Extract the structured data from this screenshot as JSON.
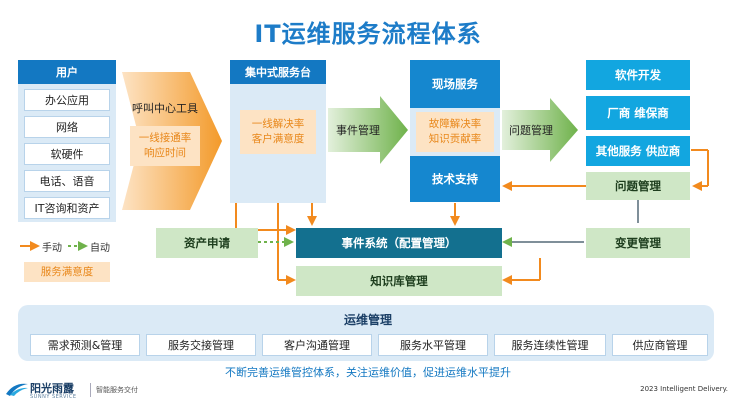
{
  "title": "IT运维服务流程体系",
  "users": {
    "header": "用户",
    "items": [
      "办公应用",
      "网络",
      "软硬件",
      "电话、语音",
      "IT咨询和资产"
    ]
  },
  "legend": {
    "manual": "手动",
    "auto": "自动",
    "satisfaction": "服务满意度"
  },
  "callcenter": {
    "label": "呼叫中心工具",
    "metric_line1": "一线接通率",
    "metric_line2": "响应时间"
  },
  "servicedesk": {
    "header": "集中式服务台",
    "metric_line1": "一线解决率",
    "metric_line2": "客户满意度"
  },
  "incident_mgmt": "事件管理",
  "onsite": {
    "header": "现场服务",
    "metric_line1": "故障解决率",
    "metric_line2": "知识贡献率",
    "footer": "技术支持"
  },
  "problem_mgmt_arrow": "问题管理",
  "right_column": {
    "software": "软件开发",
    "vendor": "厂商 维保商",
    "other": "其他服务 供应商",
    "problem": "问题管理",
    "change": "变更管理"
  },
  "asset_request": "资产申请",
  "event_system": "事件系统（配置管理）",
  "knowledge_mgmt": "知识库管理",
  "ops_mgmt": {
    "header": "运维管理",
    "items": [
      "需求预测&管理",
      "服务交接管理",
      "客户沟通管理",
      "服务水平管理",
      "服务连续性管理",
      "供应商管理"
    ]
  },
  "slogan": "不断完善运维管控体系，关注运维价值，促进运维水平提升",
  "footer": {
    "brand": "阳光雨露",
    "brand_sub": "SUNNY SERVICE",
    "tagline": "智能服务交付",
    "copyright": "2023 Intelligent Delivery."
  },
  "colors": {
    "primary": "#1378c2",
    "orange": "#f28a1e",
    "green": "#6fb24b",
    "teal": "#13708f"
  }
}
